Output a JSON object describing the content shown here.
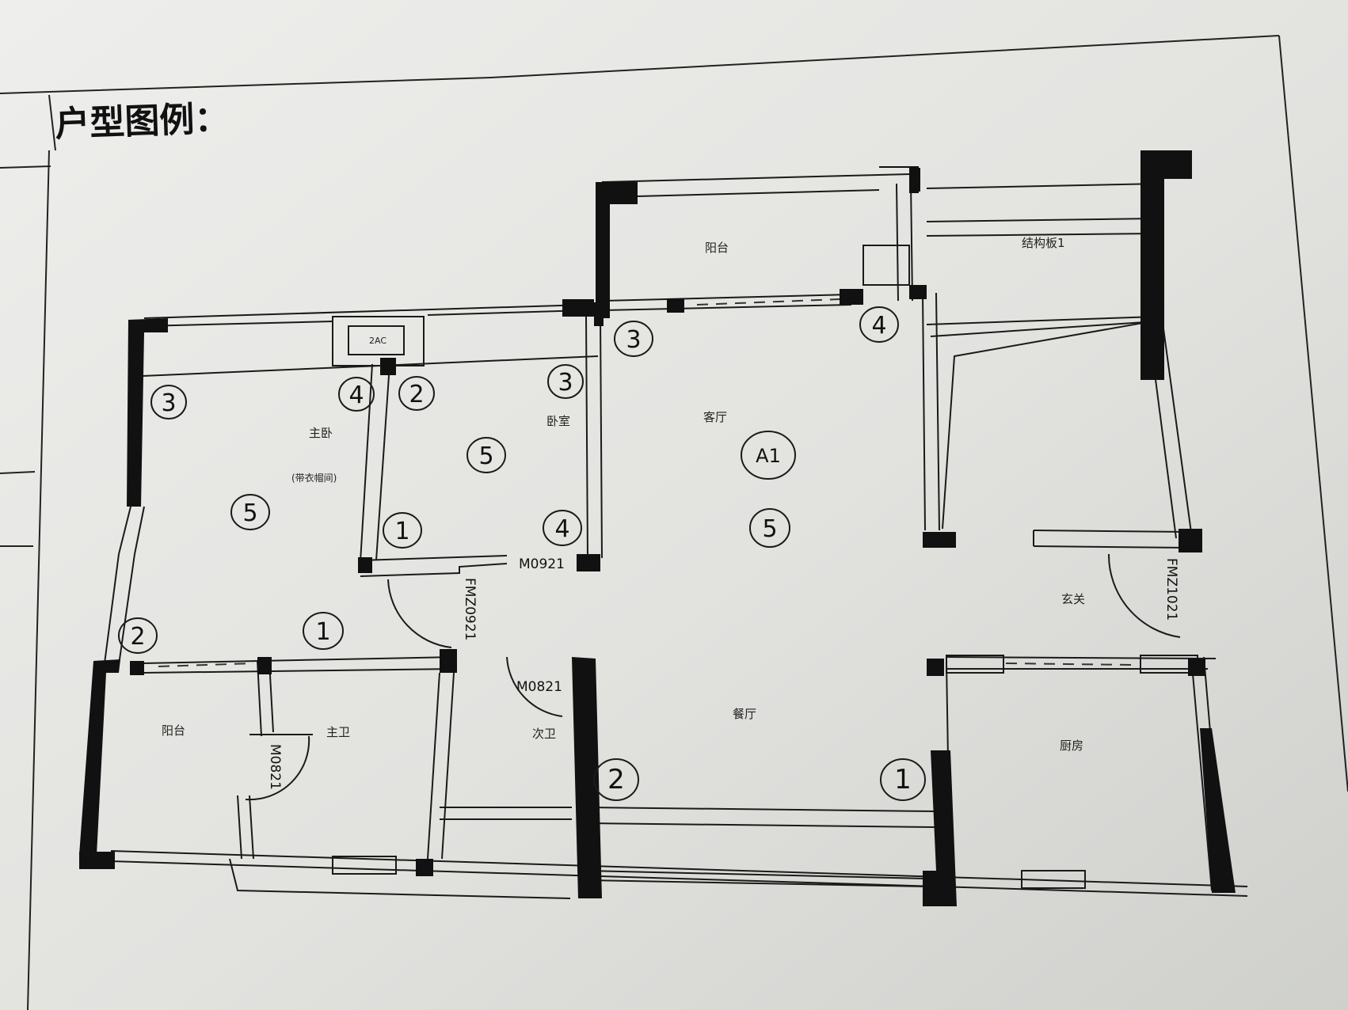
{
  "title": "户型图例：",
  "rooms": {
    "balcony_top": "阳台",
    "structural_slab": "结构板1",
    "living_room": "客厅",
    "master_bedroom": "主卧",
    "master_bedroom_sub": "(带衣帽间)",
    "bedroom": "卧室",
    "foyer": "玄关",
    "balcony_left": "阳台",
    "master_bath": "主卫",
    "second_bath": "次卫",
    "dining_room": "餐厅",
    "kitchen": "厨房"
  },
  "ac_unit": "2AC",
  "door_codes": {
    "m0921": "M0921",
    "fmz0921": "FMZ0921",
    "m0821_a": "M0821",
    "m0821_b": "M0821",
    "fmz1021": "FMZ1021"
  },
  "unit_tag": "A1",
  "circle_tags": {
    "t1": "3",
    "t2": "4",
    "t3": "3",
    "t4": "4",
    "t5": "2",
    "t6": "3",
    "t7": "5",
    "t8": "5",
    "t9": "1",
    "t10": "4",
    "t11": "5",
    "t12": "2",
    "t13": "1",
    "t14": "2",
    "t15": "1"
  }
}
